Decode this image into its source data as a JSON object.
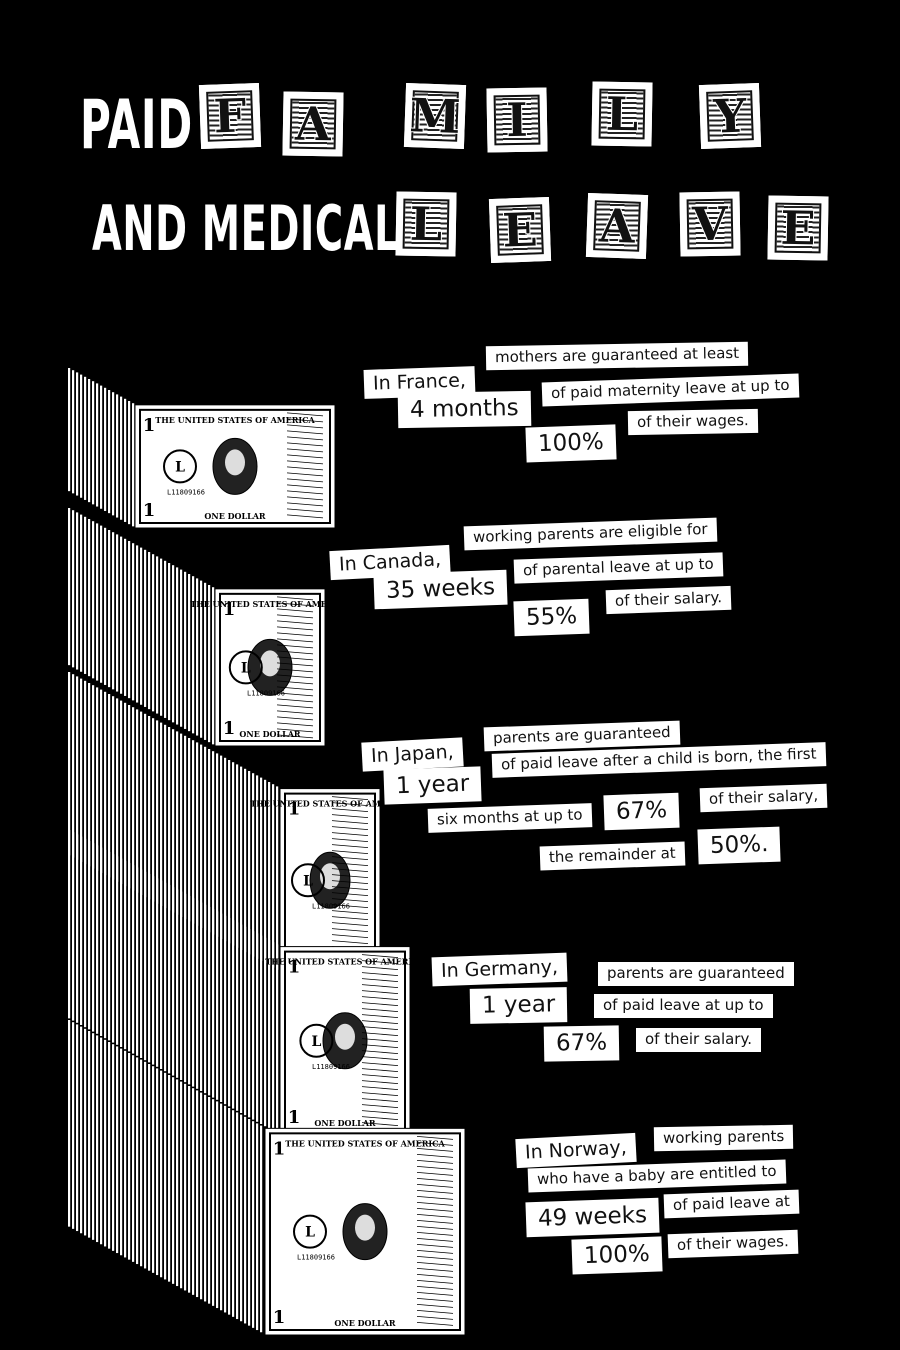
{
  "title": {
    "paid": "PAID",
    "family": [
      "F",
      "A",
      "M",
      "I",
      "L",
      "Y"
    ],
    "and_medical": "AND MEDICAL",
    "leave": [
      "L",
      "E",
      "A",
      "V",
      "E"
    ]
  },
  "countries": [
    {
      "country": "In France,",
      "lines": [
        "mothers are guaranteed at least",
        "4 months",
        "of paid maternity leave at up to",
        "100%",
        "of their wages."
      ]
    },
    {
      "country": "In Canada,",
      "lines": [
        "working parents are eligible for",
        "35 weeks",
        "of parental leave at up to",
        "55%",
        "of their salary."
      ]
    },
    {
      "country": "In Japan,",
      "lines": [
        "parents are guaranteed",
        "1 year",
        "of paid leave after a child is born, the first",
        "six months at up to",
        "67%",
        "of their salary,",
        "the remainder at",
        "50%."
      ]
    },
    {
      "country": "In Germany,",
      "lines": [
        "parents are guaranteed",
        "1 year",
        "of paid leave at up to",
        "67%",
        "of their salary."
      ]
    },
    {
      "country": "In Norway,",
      "lines": [
        "working parents",
        "who have a baby are entitled to",
        "49 weeks",
        "of paid leave at",
        "100%",
        "of their wages."
      ]
    }
  ],
  "bill": {
    "top_text": "THE UNITED STATES OF AMERICA",
    "bottom_text": "ONE DOLLAR",
    "serial": "L11809166",
    "letter": "L",
    "numeral": "1"
  }
}
